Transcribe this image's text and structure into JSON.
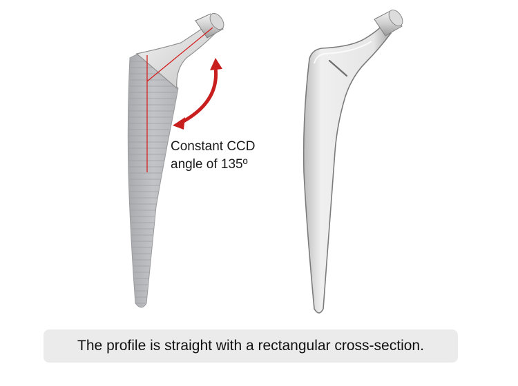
{
  "figure": {
    "left_stem": {
      "name": "Textured hip stem with CCD angle indicator",
      "annotation": {
        "line1": "Constant CCD",
        "line2": "angle of 135º"
      },
      "colors": {
        "body": "#b9babd",
        "neck": "#d8d8d8",
        "axis_line": "#d42020",
        "arrow": "#c81e1e"
      }
    },
    "right_stem": {
      "name": "Polished hip stem profile view",
      "colors": {
        "body": "#e2e2e2",
        "outline": "#8a8a8a"
      }
    },
    "caption": "The profile is straight with a rectangular cross-section."
  }
}
